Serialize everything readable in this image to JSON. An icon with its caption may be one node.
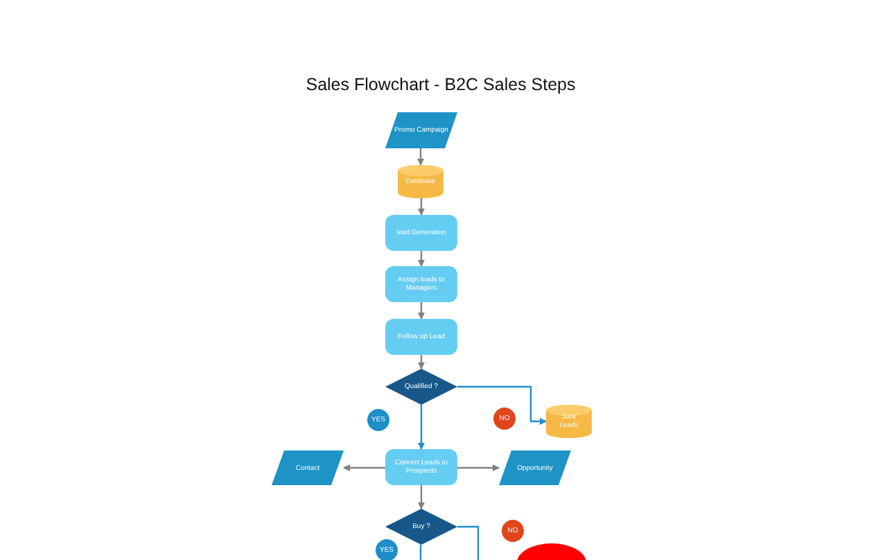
{
  "diagram": {
    "title": "Sales Flowchart - B2C Sales Steps",
    "nodes": [
      {
        "text": [
          "Promo Campaign"
        ]
      },
      {
        "text": [
          "Database"
        ]
      },
      {
        "text": [
          "lead Generation"
        ]
      },
      {
        "text": [
          "Assign leads to Managers"
        ]
      },
      {
        "text": [
          "Follow up Lead"
        ]
      },
      {
        "text": [
          "Qualified ?"
        ]
      },
      {
        "text": [
          "YES"
        ]
      },
      {
        "text": [
          "NO"
        ]
      },
      {
        "text": [
          "Junk Leads"
        ]
      },
      {
        "text": [
          "Contact"
        ]
      },
      {
        "text": [
          "Convert Leads to Prospects"
        ]
      },
      {
        "text": [
          "Opportunity"
        ]
      },
      {
        "text": [
          "Buy ?"
        ]
      },
      {
        "text": [
          "NO"
        ]
      },
      {
        "text": [
          "YES"
        ]
      },
      {
        "text": [],
        "shape": "ellipse"
      }
    ],
    "edges": [
      {
        "from": 0,
        "to": 1,
        "arrow": "to"
      },
      {
        "from": 1,
        "to": 2,
        "arrow": "to"
      },
      {
        "from": 2,
        "to": 3,
        "arrow": "to"
      },
      {
        "from": 3,
        "to": 4,
        "arrow": "to"
      },
      {
        "from": 4,
        "to": 5,
        "arrow": "to"
      },
      {
        "from": 5,
        "to": 10,
        "arrow": "to",
        "color": "#1e8ec9"
      },
      {
        "from": 5,
        "to": 8,
        "arrow": "to",
        "color": "#1e8ec9"
      },
      {
        "from": 10,
        "to": 9,
        "arrow": "to"
      },
      {
        "from": 10,
        "to": 11,
        "arrow": "to"
      },
      {
        "from": 10,
        "to": 12,
        "arrow": "to"
      },
      {
        "from": 12,
        "to": null,
        "arrow": "none",
        "color": "#1e8ec9"
      },
      {
        "from": 12,
        "to": null,
        "arrow": "none",
        "color": "#1e8ec9"
      }
    ]
  }
}
